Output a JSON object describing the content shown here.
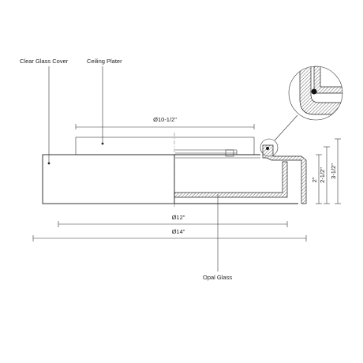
{
  "labels": {
    "clear_glass_cover": "Clear Glass Cover",
    "ceiling_plate": "Ceiling Plater",
    "opal_glass": "Opal Glass"
  },
  "dimensions": {
    "plate_diameter": "Ø10-1/2\"",
    "opal_diameter": "Ø12\"",
    "cover_diameter": "Ø14\"",
    "height_a": "2\"",
    "height_b": "2-1/2\"",
    "height_c": "3-1/2\""
  }
}
